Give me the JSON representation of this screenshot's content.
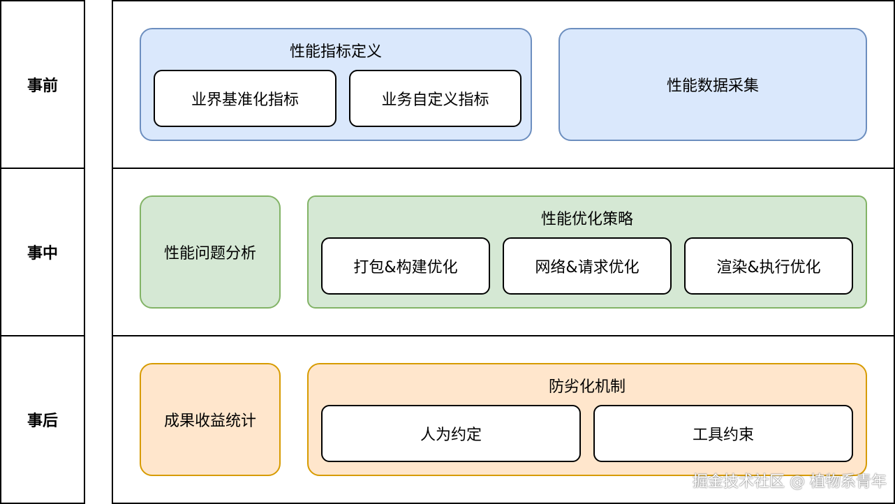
{
  "phases": {
    "before": "事前",
    "during": "事中",
    "after": "事后"
  },
  "before": {
    "metric_definition": {
      "title": "性能指标定义",
      "items": [
        "业界基准化指标",
        "业务自定义指标"
      ]
    },
    "data_collection": "性能数据采集"
  },
  "during": {
    "problem_analysis": "性能问题分析",
    "optimization_strategy": {
      "title": "性能优化策略",
      "items": [
        "打包&构建优化",
        "网络&请求优化",
        "渲染&执行优化"
      ]
    }
  },
  "after": {
    "benefit_stats": "成果收益统计",
    "anti_degradation": {
      "title": "防劣化机制",
      "items": [
        "人为约定",
        "工具约束"
      ]
    }
  },
  "watermark": "掘金技术社区 @ 植物系青年",
  "colors": {
    "blue_fill": "#dae8fc",
    "blue_stroke": "#6c8ebf",
    "green_fill": "#d5e8d4",
    "green_stroke": "#82b366",
    "orange_fill": "#ffe6cc",
    "orange_stroke": "#d79b00"
  }
}
